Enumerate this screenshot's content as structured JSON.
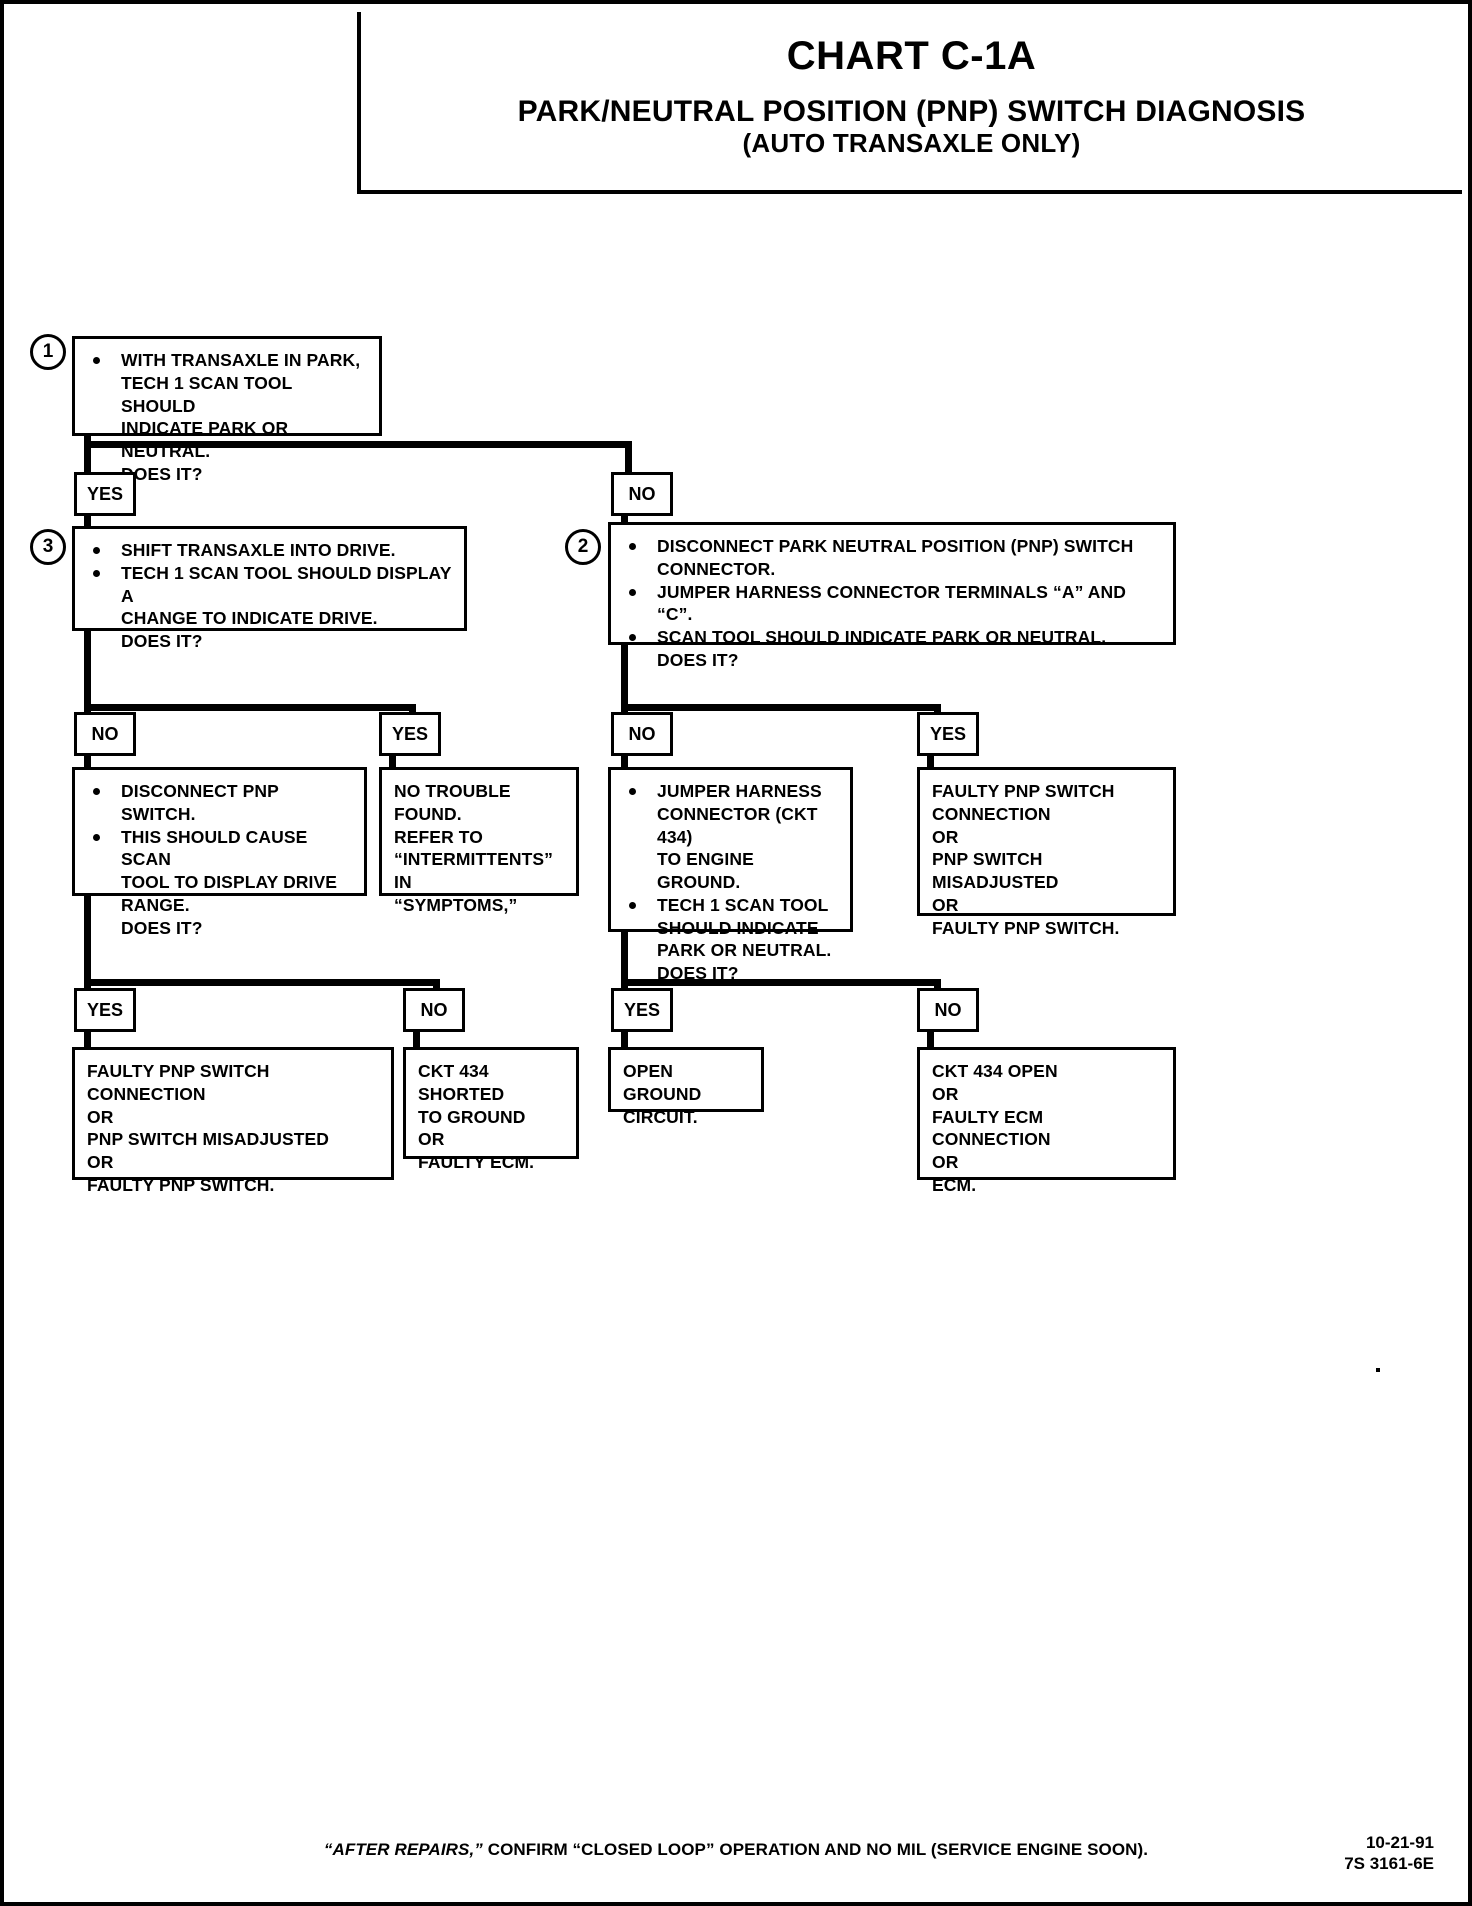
{
  "header": {
    "chart_id": "CHART C-1A",
    "title": "PARK/NEUTRAL POSITION (PNP) SWITCH DIAGNOSIS",
    "subtitle": "(AUTO TRANSAXLE ONLY)"
  },
  "labels": {
    "yes": "YES",
    "no": "NO"
  },
  "steps": {
    "one": "1",
    "two": "2",
    "three": "3"
  },
  "box1": {
    "l1": "WITH TRANSAXLE IN PARK,",
    "l2": "TECH 1 SCAN TOOL SHOULD",
    "l3": "INDICATE PARK OR NEUTRAL.",
    "l4": "DOES IT?"
  },
  "box3": {
    "l1": "SHIFT TRANSAXLE INTO DRIVE.",
    "l2": "TECH 1 SCAN TOOL SHOULD DISPLAY A",
    "l3": "CHANGE TO INDICATE DRIVE.",
    "l4": "DOES IT?"
  },
  "box2": {
    "l1": "DISCONNECT PARK NEUTRAL POSITION (PNP) SWITCH",
    "l2": "CONNECTOR.",
    "l3": "JUMPER HARNESS CONNECTOR TERMINALS “A” AND “C”.",
    "l4": "SCAN TOOL SHOULD INDICATE PARK OR NEUTRAL.",
    "l5": "DOES IT?"
  },
  "box_disconnect": {
    "l1": "DISCONNECT PNP SWITCH.",
    "l2": "THIS SHOULD CAUSE SCAN",
    "l3": "TOOL TO DISPLAY DRIVE",
    "l4": "RANGE.",
    "l5": "DOES IT?"
  },
  "box_no_trouble": {
    "l1": "NO TROUBLE FOUND.",
    "l2": "REFER TO",
    "l3": "“INTERMITTENTS” IN",
    "l4": "“SYMPTOMS,”"
  },
  "box_jumper_ground": {
    "l1": "JUMPER HARNESS",
    "l2": "CONNECTOR (CKT 434)",
    "l3": "TO ENGINE GROUND.",
    "l4": "TECH 1 SCAN TOOL",
    "l5": "SHOULD INDICATE",
    "l6": "PARK OR NEUTRAL.",
    "l7": "DOES IT?"
  },
  "box_faulty_conn_right": {
    "l1": "FAULTY PNP SWITCH",
    "l2": "CONNECTION",
    "l3": "OR",
    "l4": "PNP SWITCH MISADJUSTED",
    "l5": "OR",
    "l6": "FAULTY PNP SWITCH."
  },
  "box_faulty_conn_left": {
    "l1": "FAULTY PNP SWITCH CONNECTION",
    "l2": "OR",
    "l3": "PNP SWITCH MISADJUSTED",
    "l4": "OR",
    "l5": "FAULTY PNP SWITCH."
  },
  "box_ckt_shorted": {
    "l1": "CKT 434 SHORTED",
    "l2": "TO GROUND",
    "l3": "OR",
    "l4": "FAULTY ECM."
  },
  "box_open_ground": {
    "l1": "OPEN GROUND",
    "l2": "CIRCUIT."
  },
  "box_ckt_open": {
    "l1": "CKT 434 OPEN",
    "l2": "OR",
    "l3": "FAULTY ECM CONNECTION",
    "l4": "OR",
    "l5": "ECM."
  },
  "footer": {
    "note_italic": "“AFTER REPAIRS,”",
    "note_rest": " CONFIRM “CLOSED LOOP” OPERATION AND NO MIL (SERVICE ENGINE SOON).",
    "date": "10-21-91",
    "code": "7S 3161-6E"
  }
}
